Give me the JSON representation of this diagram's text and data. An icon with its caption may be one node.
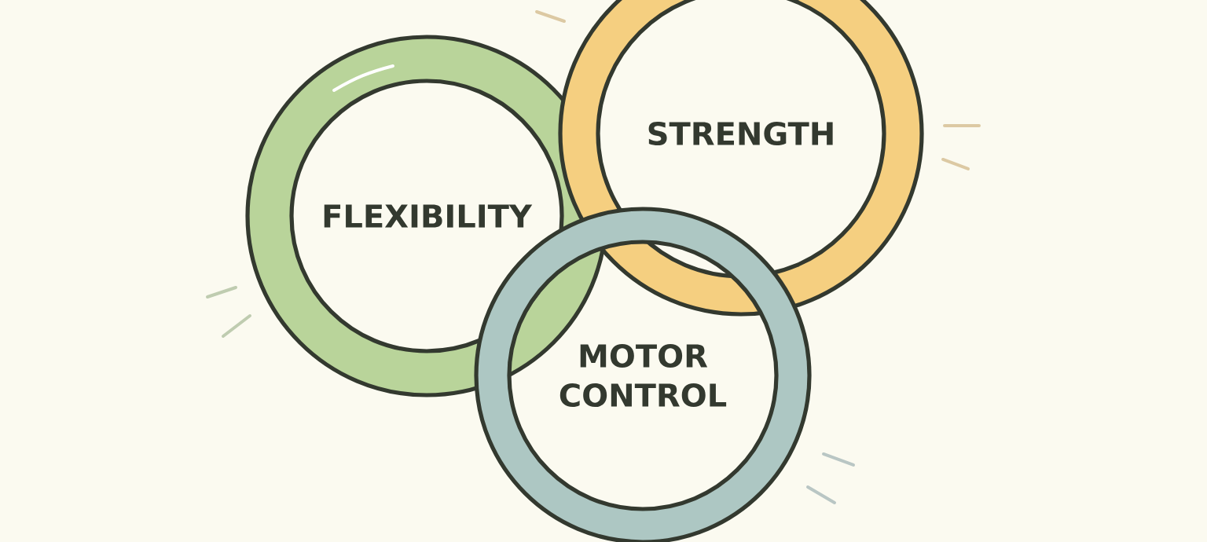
{
  "diagram": {
    "nodes": [
      {
        "text": [
          "FLEXIBILITY"
        ]
      },
      {
        "text": [
          "STRENGTH"
        ]
      },
      {
        "text": [
          "MOTOR CONTROL"
        ]
      }
    ]
  }
}
